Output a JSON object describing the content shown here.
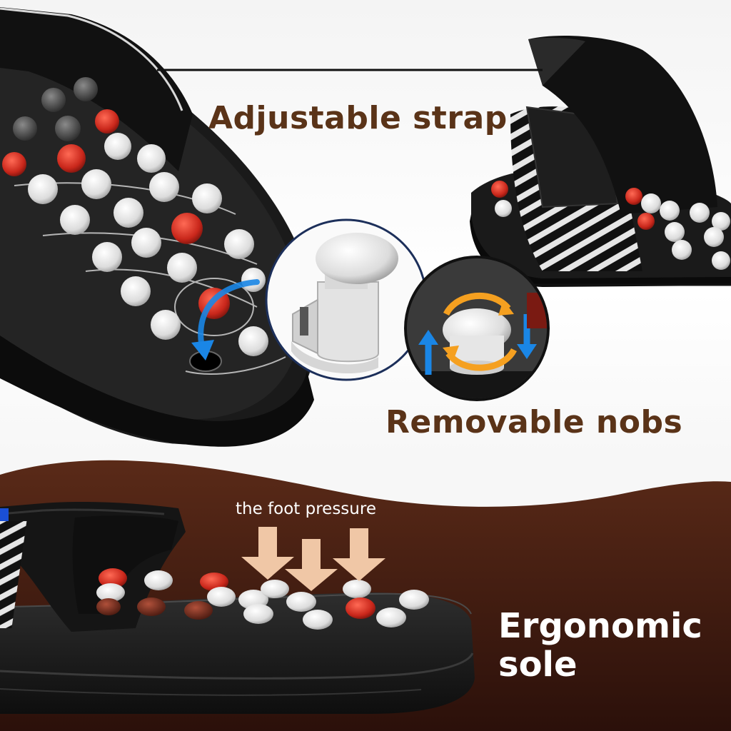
{
  "captions": {
    "strap": "Adjustable strap",
    "nobs": "Removable nobs",
    "pressure": "the foot pressure",
    "sole_line1": "Ergonomic",
    "sole_line2": "sole"
  },
  "colors": {
    "title_brown": "#5a3318",
    "band_brown": "#3b170d",
    "slipper_black": "#1c1c1c",
    "nub_white": "#e8e8e8",
    "nub_red": "#c9271b",
    "arrow_peach": "#f0c7a6",
    "arrow_blue": "#1a86e6",
    "arrow_orange": "#f5a020"
  }
}
